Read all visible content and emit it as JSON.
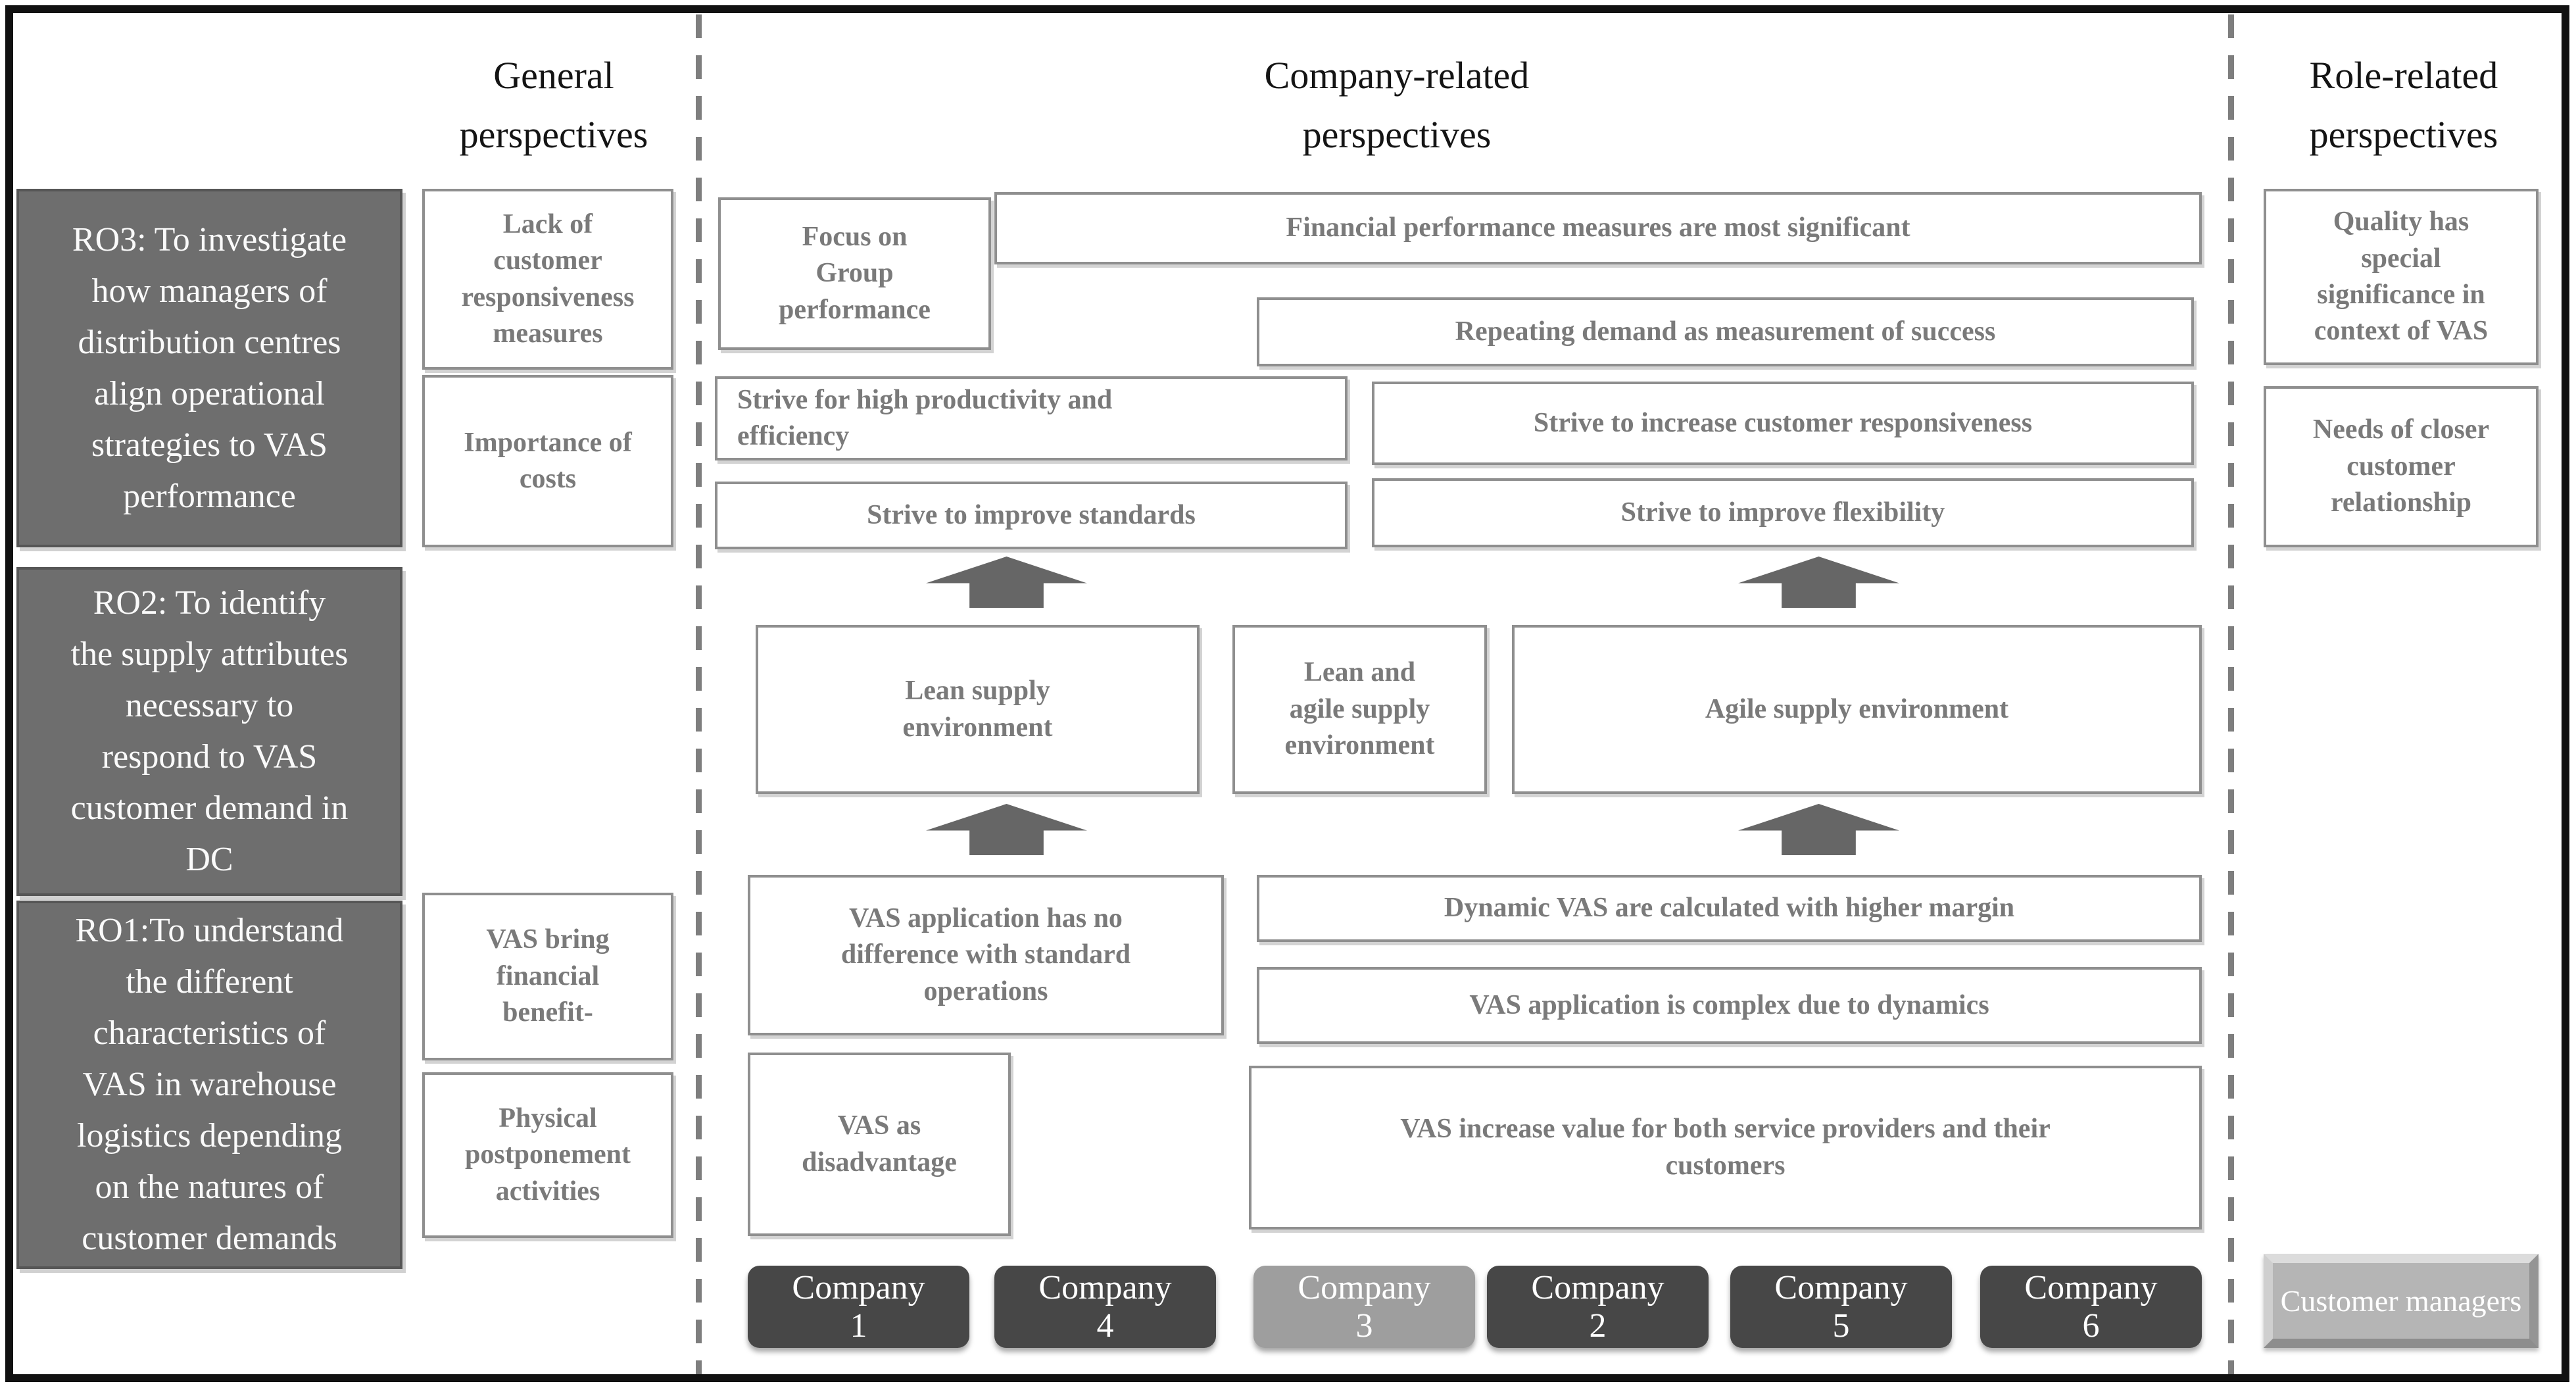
{
  "figure": {
    "headers": {
      "general": "General perspectives",
      "company": "Company-related perspectives",
      "role": "Role-related perspectives"
    },
    "objectives": {
      "ro3": "RO3: To investigate how managers of distribution centres align operational strategies to VAS performance",
      "ro2": "RO2: To identify the supply attributes necessary to respond to VAS customer demand in DC",
      "ro1": "RO1:To understand the different characteristics of VAS in warehouse logistics depending on the natures of customer demands"
    },
    "general_findings": {
      "lack_responsiveness": "Lack of customer responsiveness measures",
      "importance_costs": "Importance of costs",
      "vas_financial_benefit": "VAS bring financial benefit-",
      "physical_postponement": "Physical postponement activities"
    },
    "company_findings": {
      "focus_group": "Focus on Group performance",
      "financial_measures": "Financial performance measures are most significant",
      "repeating_demand": "Repeating demand as measurement of success",
      "productivity": "Strive for high productivity and efficiency",
      "customer_responsiveness": "Strive to increase customer responsiveness",
      "standards": "Strive to improve standards",
      "flexibility": "Strive to improve flexibility",
      "lean": "Lean supply environment",
      "lean_agile": "Lean and agile supply environment",
      "agile": "Agile supply environment",
      "vas_no_difference": "VAS application has no difference with standard operations",
      "dynamic_vas_margin": "Dynamic VAS are calculated with higher margin",
      "vas_complex": "VAS application is complex due to dynamics",
      "vas_disadvantage": "VAS as disadvantage",
      "vas_increase_value": "VAS increase value for both service providers and their customers"
    },
    "role_findings": {
      "quality_significance": "Quality has special significance in context of VAS",
      "closer_relationship": "Needs of closer customer relationship",
      "customer_managers": "Customer managers"
    },
    "companies": [
      {
        "name": "Company",
        "number": "1",
        "shade": "dark"
      },
      {
        "name": "Company",
        "number": "4",
        "shade": "dark"
      },
      {
        "name": "Company",
        "number": "3",
        "shade": "light"
      },
      {
        "name": "Company",
        "number": "2",
        "shade": "dark"
      },
      {
        "name": "Company",
        "number": "5",
        "shade": "dark"
      },
      {
        "name": "Company",
        "number": "6",
        "shade": "dark"
      }
    ]
  },
  "colors": {
    "frame_ink": "#111111",
    "objective_fill": "#6e6e6e",
    "box_border": "#8f8f8f",
    "box_text": "#7a7a7a",
    "arrow_fill": "#666666",
    "divider": "#7e7e7e",
    "company_dark": "#474747",
    "company_light": "#9e9e9e",
    "managers_fill": "#b5b5b5"
  }
}
